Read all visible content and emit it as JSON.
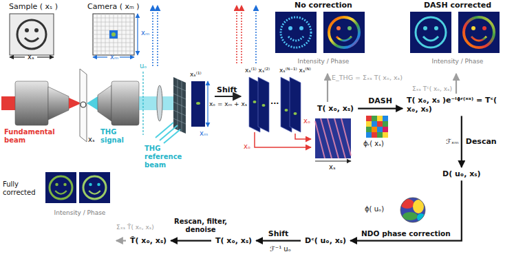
{
  "diagram": {
    "nodes": [
      {
        "text": [
          "Sample ( xₛ )"
        ]
      },
      {
        "text": [
          "Camera ( xₘ )"
        ]
      },
      {
        "text": [
          "No correction",
          "Intensity / Phase"
        ]
      },
      {
        "text": [
          "DASH corrected",
          "Intensity / Phase"
        ]
      },
      {
        "text": [
          "T( xₒ, xₛ)"
        ]
      },
      {
        "text": [
          "T( xₒ, xₛ )e⁻ⁱᶲʳ⁽ˣˢ⁾ = Tᶜ( xₒ, xₛ)"
        ]
      },
      {
        "text": [
          "D( uₒ, xₛ)"
        ]
      },
      {
        "text": [
          "Dᶜ( uₒ, xₛ)"
        ]
      },
      {
        "text": [
          "T( xₒ, xₛ)"
        ]
      },
      {
        "text": [
          "T̃( xₒ, xₛ)"
        ]
      },
      {
        "text": [
          "Fully corrected",
          "Intensity / Phase"
        ]
      }
    ],
    "edges": [
      {
        "from": 4,
        "to": 5,
        "label": "DASH",
        "arrow": "to"
      },
      {
        "from": 5,
        "to": 6,
        "label": "Descan",
        "arrow": "to"
      },
      {
        "from": 6,
        "to": 7,
        "label": "NDO phase correction",
        "arrow": "to"
      },
      {
        "from": 7,
        "to": 8,
        "label": "Shift",
        "arrow": "to"
      },
      {
        "from": 8,
        "to": 9,
        "label": "Rescan, filter, denoise",
        "arrow": "to"
      },
      {
        "from": 9,
        "to": 10,
        "label": "Σₓₛ T̃( xₒ, xₛ)",
        "arrow": "to"
      },
      {
        "from": 4,
        "to": 2,
        "label": "E_THG = Σₓₛ T( xₒ, xₛ)",
        "arrow": "to"
      },
      {
        "from": 5,
        "to": 3,
        "label": "Σₓₛ Tᶜ( xₒ, xₛ)",
        "arrow": "to"
      }
    ],
    "labels": [
      "xₛ",
      "xₘ",
      "xₘ",
      "Fundamental beam",
      "THG signal",
      "THG reference beam",
      "xₛ",
      "uₒ",
      "xₛ⁽¹⁾",
      "xₘ",
      "Shift",
      "xₒ = xₘ + xₛ",
      "xₛ⁽¹⁾ xₛ⁽²⁾",
      "xₛ⁽ᴺ⁻¹⁾ xₛ⁽ᴺ⁾",
      "...",
      "xₒ",
      "xₒ",
      "xₛ",
      "ϕᵣ( xₛ)",
      "ℱₓₘ",
      "ϕ( uₒ)",
      "ℱ⁻¹ uₒ"
    ]
  }
}
